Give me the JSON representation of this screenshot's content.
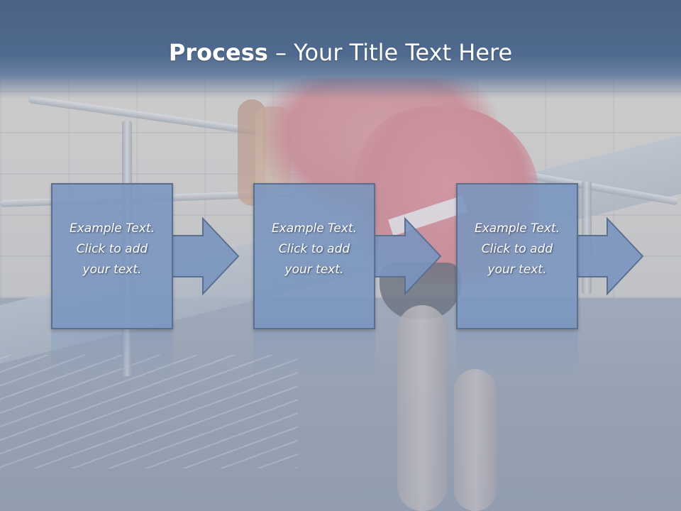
{
  "slide": {
    "title_bold": "Process",
    "title_rest": " – Your Title Text Here",
    "steps": [
      {
        "text": "Example Text.\nClick  to add\nyour text."
      },
      {
        "text": "Example Text.\nClick  to add\nyour text."
      },
      {
        "text": "Example Text.\nClick  to add\nyour text."
      }
    ]
  },
  "colors": {
    "title_band": "#4f6a8e",
    "box_fill": "#7a95bf",
    "box_border": "#5b6f90",
    "text": "#ffffff"
  }
}
